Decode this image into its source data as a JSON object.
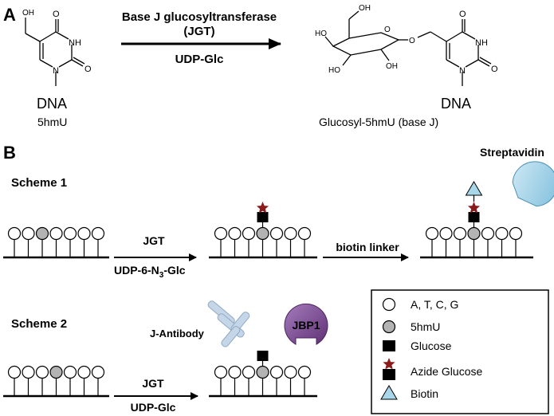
{
  "panel_a": {
    "label": "A",
    "reaction": {
      "enzyme_line1": "Base J glucosyltransferase",
      "enzyme_line2": "(JGT)",
      "cofactor": "UDP-Glc"
    },
    "substrate": {
      "atoms": {
        "oh": "OH",
        "o_top": "O",
        "nh": "NH",
        "o_right": "O",
        "n": "N"
      },
      "name": "DNA",
      "subtitle": "5hmU"
    },
    "product": {
      "atoms": {
        "oh1": "OH",
        "ho1": "HO",
        "ho2": "HO",
        "oh2": "OH",
        "o_ring": "O",
        "o_link": "O",
        "o_top": "O",
        "nh": "NH",
        "o_right": "O",
        "n": "N"
      },
      "name": "DNA",
      "subtitle": "Glucosyl-5hmU (base J)"
    }
  },
  "panel_b": {
    "label": "B",
    "scheme1": {
      "title": "Scheme 1",
      "step1_top": "JGT",
      "step1_bottom_parts": [
        "UDP-6-N",
        "3",
        "-Glc"
      ],
      "step2_top": "biotin linker",
      "binder": "Streptavidin"
    },
    "scheme2": {
      "title": "Scheme 2",
      "step_top": "JGT",
      "step_bottom": "UDP-Glc",
      "antibody": "J-Antibody",
      "protein": "JBP1"
    },
    "legend": [
      {
        "symbol": "open-circle",
        "label": "A, T, C, G"
      },
      {
        "symbol": "grey-circle",
        "label": "5hmU"
      },
      {
        "symbol": "black-square",
        "label": "Glucose"
      },
      {
        "symbol": "star-square",
        "label": "Azide Glucose"
      },
      {
        "symbol": "blue-triangle",
        "label": "Biotin"
      }
    ],
    "colors": {
      "hmU": "#b3b3b3",
      "azide": "#8b1a1a",
      "biotin": "#a9d7ea",
      "streptavidin": "#a9d7ea",
      "jbp1": "#7f4f96",
      "antibody": "#b8cbe0"
    }
  }
}
